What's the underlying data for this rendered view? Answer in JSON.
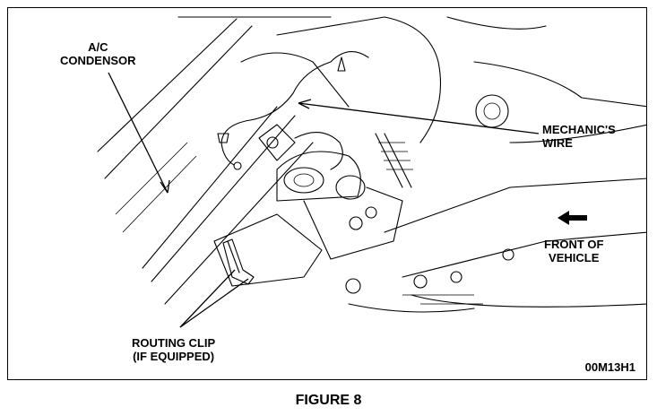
{
  "callouts": {
    "ac_condensor": [
      "A/C",
      "CONDENSOR"
    ],
    "mechanics_wire": [
      "MECHANIC'S",
      "WIRE"
    ],
    "front_of_vehicle": [
      "FRONT OF",
      "VEHICLE"
    ],
    "routing_clip": [
      "ROUTING CLIP",
      "(IF EQUIPPED)"
    ]
  },
  "figure_code": "00M13H1",
  "caption": "FIGURE 8",
  "icons": {
    "front_arrow": "left-arrow-icon"
  }
}
